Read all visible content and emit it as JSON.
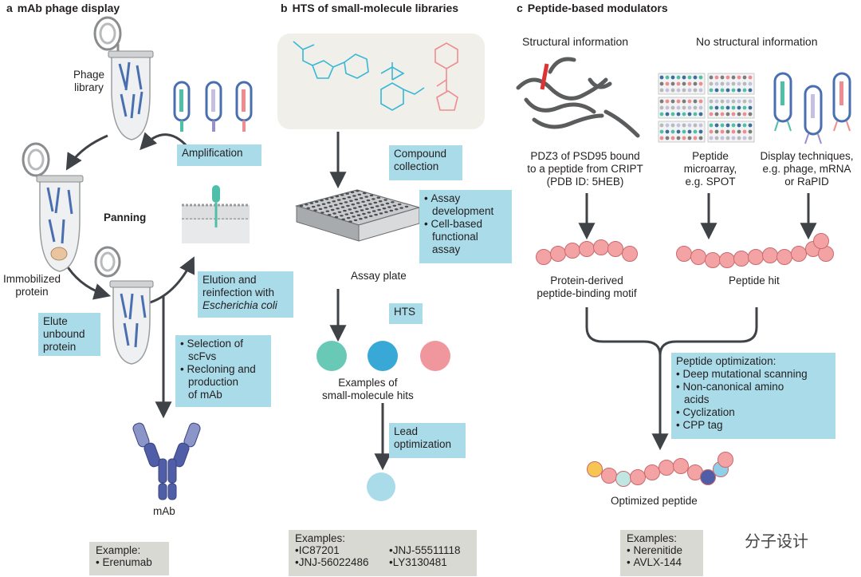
{
  "panel_a": {
    "letter": "a",
    "title": "mAb phage display",
    "phage_library_label": "Phage\nlibrary",
    "amplification_label": "Amplification",
    "panning_label": "Panning",
    "immobilized_protein_label": "Immobilized\nprotein",
    "elute_unbound_label": "Elute\nunbound\nprotein",
    "elution_label_line1": "Elution and",
    "elution_label_line2": "reinfection with",
    "elution_label_italic": "Escherichia coli",
    "selection_items": [
      "Selection of\nscFvs",
      "Recloning and\nproduction\nof mAb"
    ],
    "mab_label": "mAb",
    "example_heading": "Example:",
    "example_items": [
      "Erenumab"
    ]
  },
  "panel_b": {
    "letter": "b",
    "title": "HTS of small-molecule libraries",
    "compound_collection_label": "Compound\ncollection",
    "assay_items": [
      "Assay\ndevelopment",
      "Cell-based\nfunctional\nassay"
    ],
    "assay_plate_label": "Assay plate",
    "hts_label": "HTS",
    "hits_label": "Examples of\nsmall-molecule hits",
    "lead_optimization_label": "Lead\noptimization",
    "example_heading": "Examples:",
    "example_items": [
      "IC87201",
      "JNJ-55511118",
      "JNJ-56022486",
      "LY3130481"
    ]
  },
  "panel_c": {
    "letter": "c",
    "title": "Peptide-based modulators",
    "structural_info_label": "Structural information",
    "no_structural_info_label": "No structural information",
    "pdz_caption": "PDZ3 of PSD95 bound\nto a peptide from CRIPT\n(PDB ID: 5HEB)",
    "microarray_caption": "Peptide\nmicroarray,\ne.g. SPOT",
    "display_caption": "Display techniques,\ne.g. phage, mRNA\nor RaPID",
    "protein_derived_label": "Protein-derived\npeptide-binding motif",
    "peptide_hit_label": "Peptide hit",
    "optimization_heading": "Peptide optimization:",
    "optimization_items": [
      "Deep mutational scanning",
      "Non-canonical amino\nacids",
      "Cyclization",
      "CPP tag"
    ],
    "optimized_peptide_label": "Optimized peptide",
    "example_heading": "Examples:",
    "example_items": [
      "Nerenitide",
      "AVLX-144"
    ]
  },
  "watermark": "分子设计",
  "colors": {
    "callout_blue": "#a9dbe9",
    "example_grey": "#d9d9d4",
    "arrow_grey": "#3f4347",
    "teal": "#4fbfaa",
    "cyan": "#38b7d6",
    "pink": "#ee8c92",
    "antibody_blue": "#4f5ea6",
    "bead_pink": "#f4a3a5"
  }
}
